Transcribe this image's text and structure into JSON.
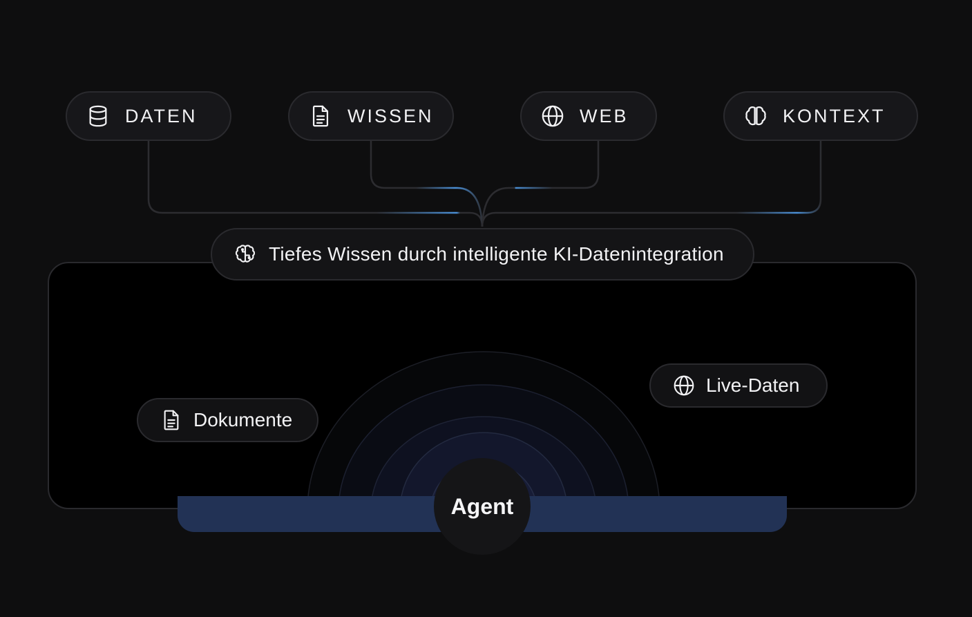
{
  "sources": [
    {
      "label": "DATEN",
      "icon": "database-icon"
    },
    {
      "label": "WISSEN",
      "icon": "document-icon"
    },
    {
      "label": "WEB",
      "icon": "globe-icon"
    },
    {
      "label": "KONTEXT",
      "icon": "brain-icon"
    }
  ],
  "headline": {
    "text": "Tiefes Wissen durch intelligente KI-Datenintegration",
    "icon": "brain-circuit-icon"
  },
  "satellites": [
    {
      "label": "Dokumente",
      "icon": "document-icon"
    },
    {
      "label": "Live-Daten",
      "icon": "globe-icon"
    }
  ],
  "agent": {
    "label": "Agent"
  },
  "colors": {
    "background": "#0e0e0f",
    "panel": "#000000",
    "pill_border": "#2a2a2e",
    "accent_blue": "#4a8fd6",
    "base_bar": "#223255",
    "ring_glow": "#1a2345"
  }
}
